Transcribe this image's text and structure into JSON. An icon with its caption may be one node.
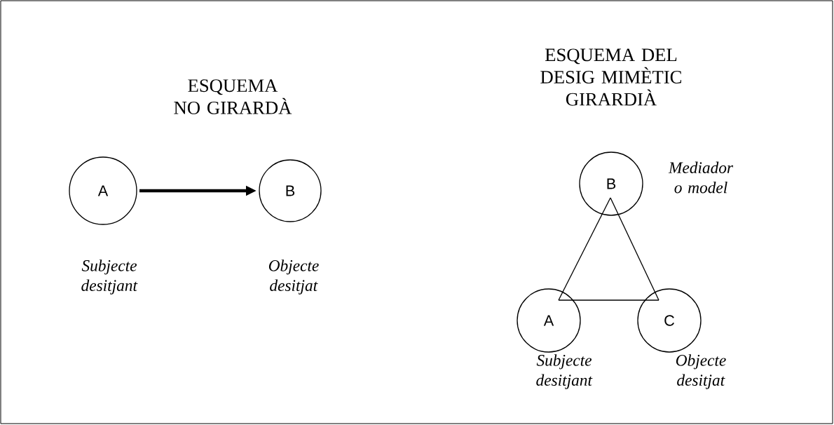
{
  "diagram": {
    "nodes": [
      {
        "text": [
          "A"
        ],
        "beside": [
          "*Subjecte desitjant*"
        ]
      },
      {
        "text": [
          "B"
        ],
        "beside": [
          "*Objecte desitjat*"
        ]
      },
      {
        "text": [
          "B"
        ],
        "beside": [
          "*Mediador o model*"
        ]
      },
      {
        "text": [
          "A"
        ],
        "beside": [
          "*Subjecte desitjant*"
        ]
      },
      {
        "text": [
          "C"
        ],
        "beside": [
          "*Objecte desitjat*"
        ]
      }
    ],
    "edges": [
      {
        "from": 0,
        "to": 1,
        "arrow": "to",
        "style": "thick"
      },
      {
        "from": 2,
        "to": 3,
        "arrow": "none"
      },
      {
        "from": 3,
        "to": 4,
        "arrow": "none"
      },
      {
        "from": 4,
        "to": 2,
        "arrow": "none"
      }
    ],
    "labels": [
      "ESQUEMA NO GIRARDÀ",
      "ESQUEMA DEL DESIG MIMÈTIC GIRARDIÀ"
    ]
  }
}
